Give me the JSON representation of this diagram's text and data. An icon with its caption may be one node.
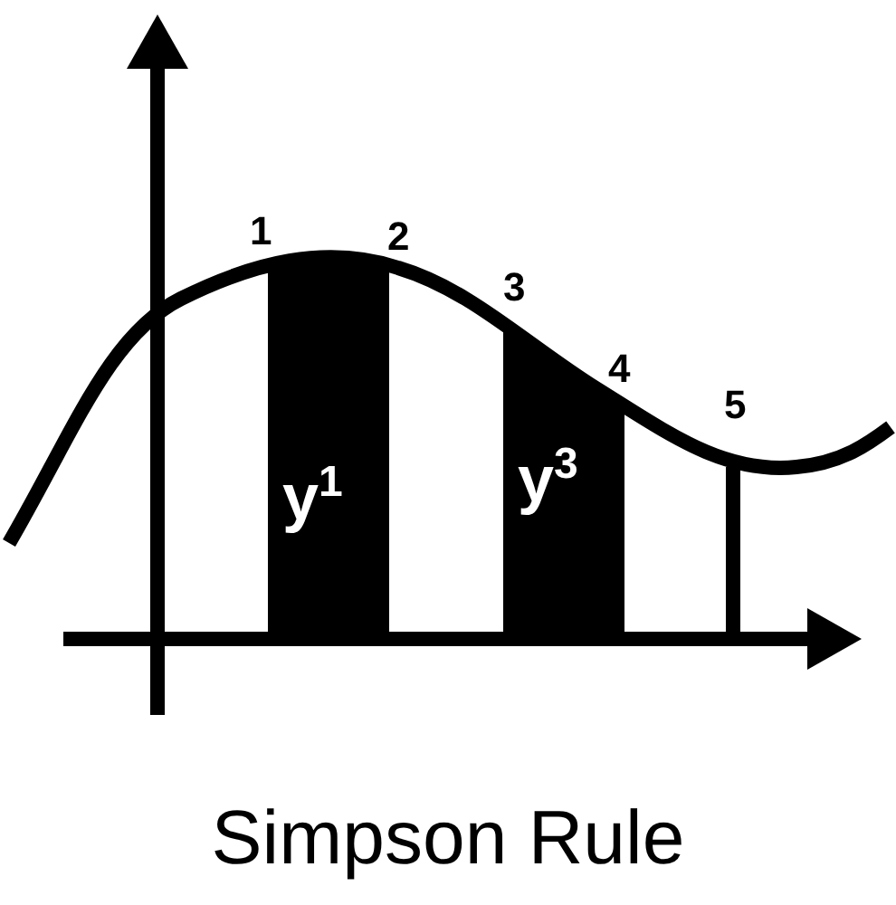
{
  "diagram": {
    "caption": "Simpson Rule",
    "labels": [
      "1",
      "2",
      "3",
      "4",
      "5",
      "y$^{1}$",
      "y$^{3}$"
    ]
  }
}
